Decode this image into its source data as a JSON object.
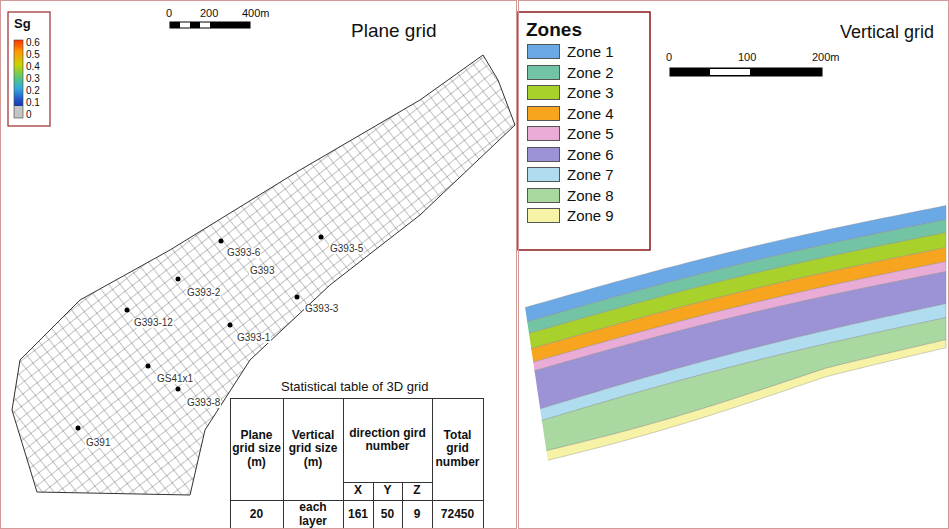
{
  "diagram": {
    "nodes": [
      {
        "text": [
          "Plane grid"
        ]
      },
      {
        "text": [
          "Vertical grid"
        ]
      }
    ],
    "labels": [
      "Sg",
      "0.6",
      "0.5",
      "0.4",
      "0.3",
      "0.2",
      "0.1",
      "0",
      "0",
      "200",
      "400m",
      "G393-6",
      "G393-5",
      "G393",
      "G393-2",
      "G393-3",
      "G393-12",
      "G393-1",
      "GS41x1",
      "G393-8",
      "G391",
      "Statistical table of 3D grid",
      "Plane grid size (m)",
      "Vertical grid size (m)",
      "direction gird number",
      "Total grid number",
      "X",
      "Y",
      "Z",
      "20",
      "each layer",
      "161",
      "50",
      "9",
      "72450",
      "Zones",
      "0",
      "100",
      "200m"
    ],
    "legend": [
      {
        "text": "Zone 1",
        "color": "#6aa8e6"
      },
      {
        "text": "Zone 2",
        "color": "#72c4a4"
      },
      {
        "text": "Zone 3",
        "color": "#a9d12c"
      },
      {
        "text": "Zone 4",
        "color": "#f7a51e"
      },
      {
        "text": "Zone 5",
        "color": "#e9acd6"
      },
      {
        "text": "Zone 6",
        "color": "#9b93d6"
      },
      {
        "text": "Zone 7",
        "color": "#b0dcf0"
      },
      {
        "text": "Zone 8",
        "color": "#a9d9a0"
      },
      {
        "text": "Zone 9",
        "color": "#f6f2a6"
      }
    ]
  }
}
